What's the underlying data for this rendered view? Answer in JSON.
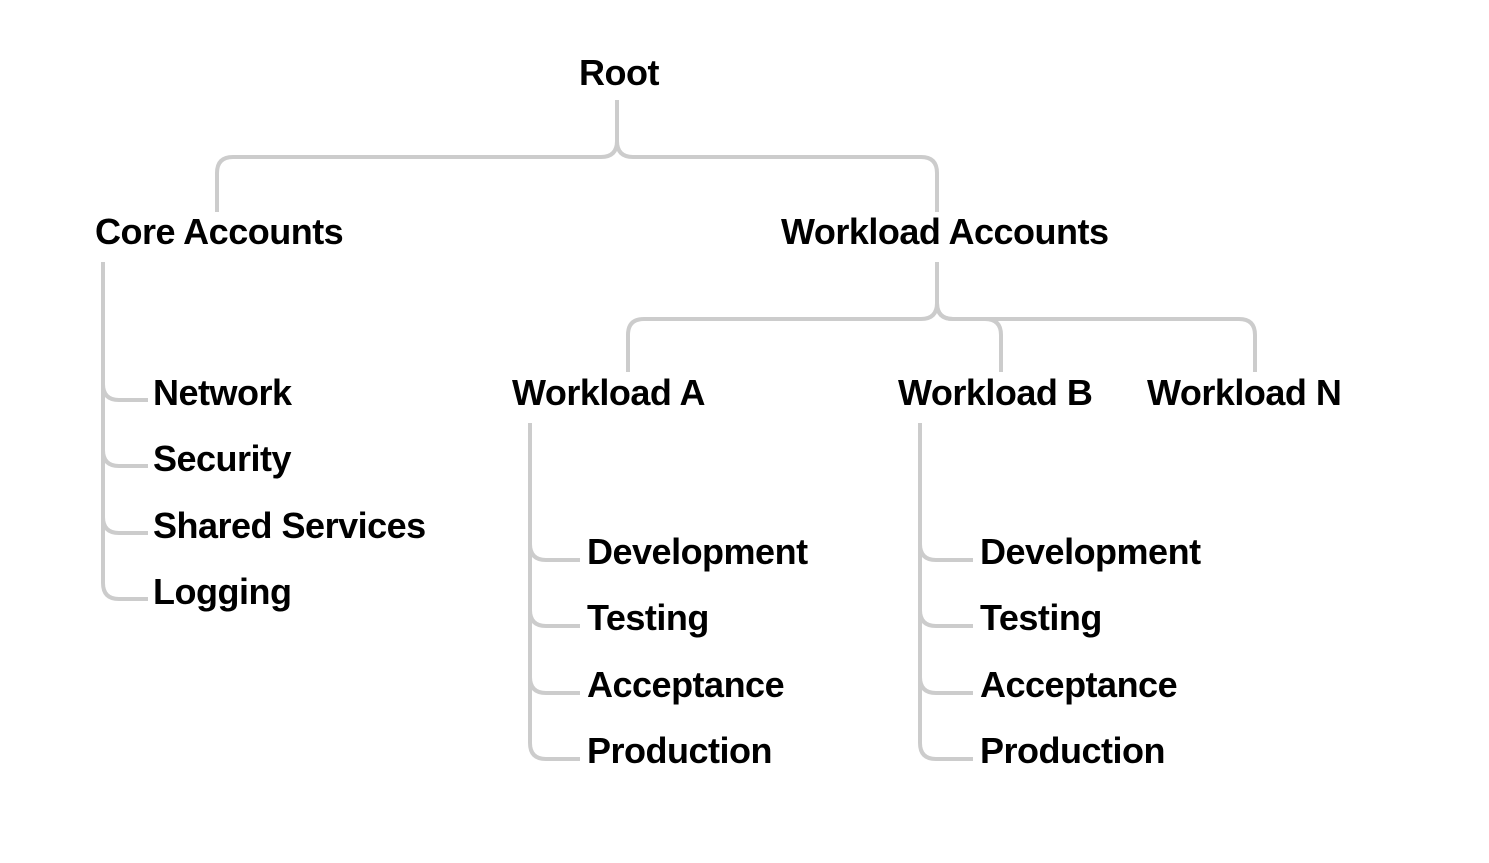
{
  "diagram": {
    "type": "tree",
    "background_color": "#ffffff",
    "line_color": "#cccccc",
    "text_color": "#000000",
    "tree": {
      "label": "Root",
      "children": [
        {
          "label": "Core Accounts",
          "children": [
            {
              "label": "Network"
            },
            {
              "label": "Security"
            },
            {
              "label": "Shared Services"
            },
            {
              "label": "Logging"
            }
          ]
        },
        {
          "label": "Workload Accounts",
          "children": [
            {
              "label": "Workload A",
              "children": [
                {
                  "label": "Development"
                },
                {
                  "label": "Testing"
                },
                {
                  "label": "Acceptance"
                },
                {
                  "label": "Production"
                }
              ]
            },
            {
              "label": "Workload B",
              "children": [
                {
                  "label": "Development"
                },
                {
                  "label": "Testing"
                },
                {
                  "label": "Acceptance"
                },
                {
                  "label": "Production"
                }
              ]
            },
            {
              "label": "Workload N"
            }
          ]
        }
      ]
    }
  }
}
